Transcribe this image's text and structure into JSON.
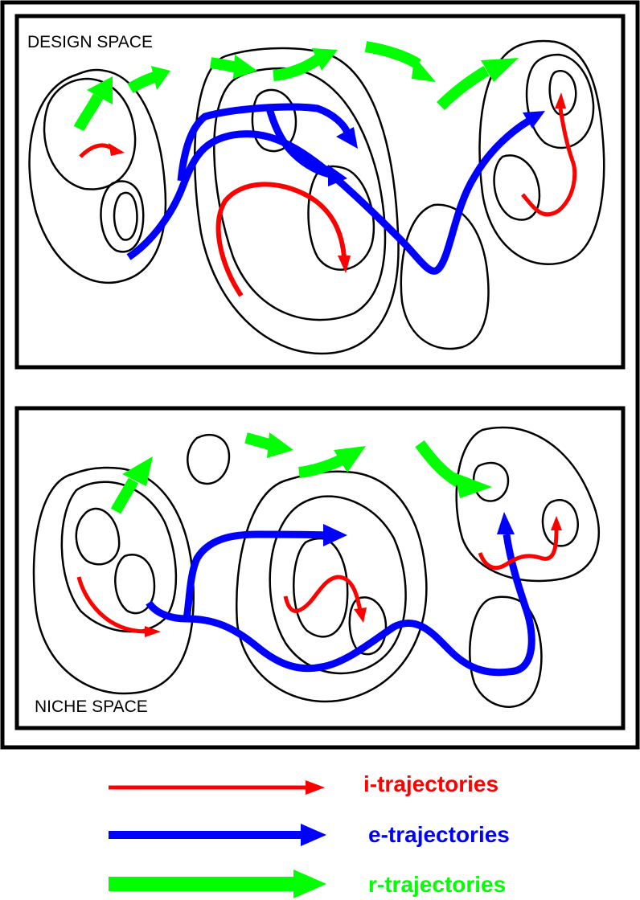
{
  "design_panel": {
    "label": "DESIGN SPACE"
  },
  "niche_panel": {
    "label": "NICHE SPACE"
  },
  "colors": {
    "i": "#ff0000",
    "e": "#0000ff",
    "r": "#00ff00"
  },
  "legend": [
    {
      "id": "i",
      "label": "i-trajectories"
    },
    {
      "id": "e",
      "label": "e-trajectories"
    },
    {
      "id": "r",
      "label": "r-trajectories"
    }
  ]
}
